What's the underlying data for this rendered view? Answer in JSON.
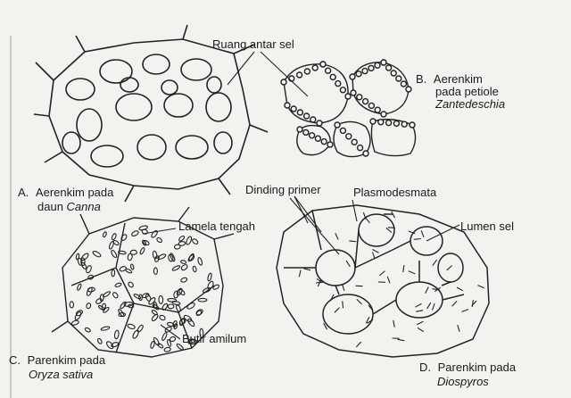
{
  "panel_a": {
    "letter": "A.",
    "line1": "Aerenkim pada",
    "line2_prefix": "daun ",
    "line2_genus": "Canna"
  },
  "panel_b": {
    "letter": "B.",
    "line1": "Aerenkim",
    "line2": "pada petiole",
    "line3_genus": "Zantedeschia"
  },
  "panel_c": {
    "letter": "C.",
    "line1": "Parenkim pada",
    "line2_species": "Oryza sativa"
  },
  "panel_d": {
    "letter": "D.",
    "line1": "Parenkim pada",
    "line2_genus": "Diospyros"
  },
  "labels": {
    "ruang_antar_sel": "Ruang antar sel",
    "dinding_primer": "Dinding primer",
    "plasmodesmata": "Plasmodesmata",
    "lumen_sel": "Lumen sel",
    "lamela_tengah": "Lamela tengah",
    "butir_amilum": "Butir amilum"
  }
}
